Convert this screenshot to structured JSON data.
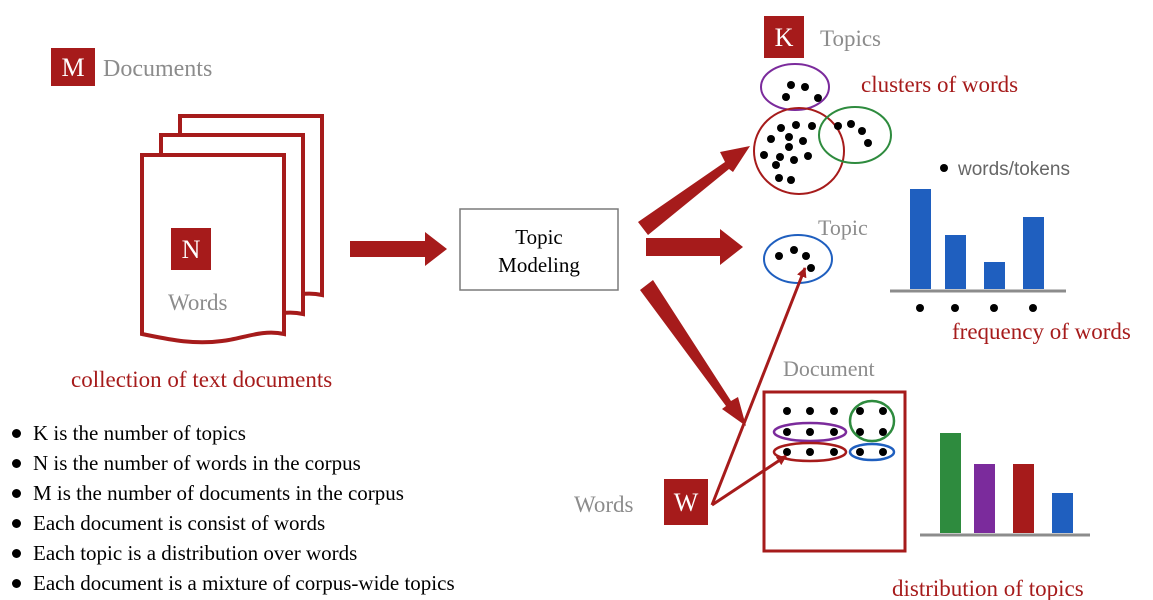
{
  "colors": {
    "dark_red": "#a61b1b",
    "gray_text": "#8c8c8c",
    "blue": "#1f5fbf",
    "green": "#2e8b3e",
    "purple": "#7b2b9c"
  },
  "documents_badge": {
    "letter": "M",
    "label": "Documents"
  },
  "words_badge": {
    "letter": "N",
    "label": "Words"
  },
  "collection_caption": "collection of text documents",
  "process_box": {
    "line1": "Topic",
    "line2": "Modeling"
  },
  "topics_badge": {
    "letter": "K",
    "label": "Topics"
  },
  "clusters_label": "clusters of words",
  "legend_tokens": "words/tokens",
  "topic_label": "Topic",
  "frequency_label": "frequency of words",
  "frequency_chart": {
    "values": [
      1.0,
      0.54,
      0.27,
      0.72
    ],
    "bar_color": "#1f5fbf"
  },
  "document_label": "Document",
  "words_w_badge": {
    "letter": "W",
    "label": "Words"
  },
  "distribution_label": "distribution of topics",
  "distribution_chart": {
    "values": [
      1.0,
      0.69,
      0.69,
      0.4
    ],
    "colors": [
      "#2e8b3e",
      "#7b2b9c",
      "#a61b1b",
      "#1f5fbf"
    ]
  },
  "bullets": [
    "K is the number of topics",
    "N is the number of words in the corpus",
    "M is the number of documents in the corpus",
    "Each document is consist of words",
    "Each topic is a distribution over words",
    "Each document is a mixture of corpus-wide topics"
  ]
}
